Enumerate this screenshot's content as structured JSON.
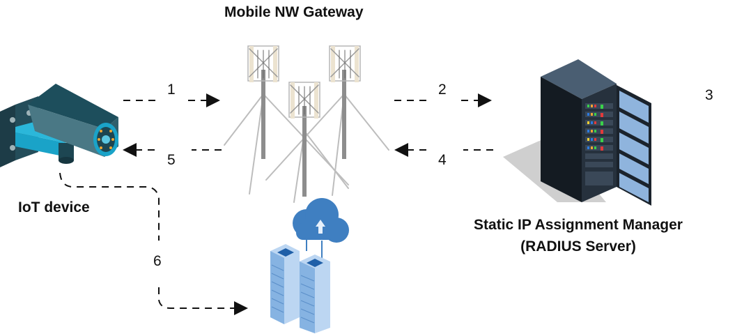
{
  "labels": {
    "gateway": "Mobile NW Gateway",
    "iot": "IoT device",
    "server_line1": "Static IP Assignment Manager",
    "server_line2": "(RADIUS Server)"
  },
  "steps": {
    "s1": "1",
    "s2": "2",
    "s3": "3",
    "s4": "4",
    "s5": "5",
    "s6": "6"
  },
  "nodes": [
    {
      "id": "iot-device",
      "icon": "security-camera-icon"
    },
    {
      "id": "mobile-gateway",
      "icon": "cell-tower-icon"
    },
    {
      "id": "radius-server",
      "icon": "server-rack-icon"
    },
    {
      "id": "cloud-servers",
      "icon": "cloud-server-icon"
    }
  ],
  "colors": {
    "camera_dark": "#1d4652",
    "camera_accent": "#1aa3c8",
    "rack": "#1f2a36",
    "glass": "#8fb4dd",
    "cloud": "#3f7fc1",
    "server_light": "#bcd6f2",
    "arrow": "#111111"
  }
}
